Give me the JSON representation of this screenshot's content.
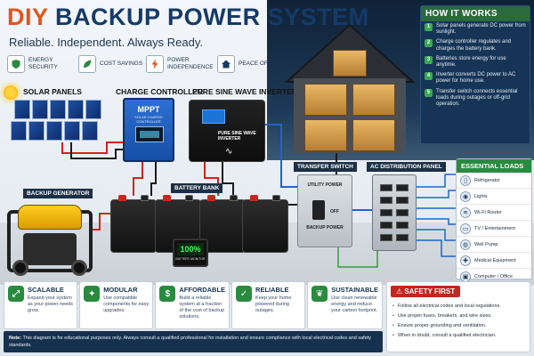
{
  "header": {
    "title_accent": "DIY",
    "title_main": "BACKUP POWER SYSTEM",
    "subtitle": "Reliable. Independent. Always Ready."
  },
  "benefits": [
    {
      "icon": "shield-icon",
      "label": "Energy Security"
    },
    {
      "icon": "leaf-icon",
      "label": "Cost Savings"
    },
    {
      "icon": "lightning-icon",
      "label": "Power Independence"
    },
    {
      "icon": "home-icon",
      "label": "Peace of Mind"
    }
  ],
  "how_it_works": {
    "title": "HOW IT WORKS",
    "steps": [
      {
        "num": "1",
        "text": "Solar panels generate DC power from sunlight."
      },
      {
        "num": "2",
        "text": "Charge controller regulates and charges the battery bank."
      },
      {
        "num": "3",
        "text": "Batteries store energy for use anytime."
      },
      {
        "num": "4",
        "text": "Inverter converts DC power to AC power for home use."
      },
      {
        "num": "5",
        "text": "Transfer switch connects essential loads during outages or off-grid operation."
      }
    ]
  },
  "components": {
    "solar_panels": "SOLAR PANELS",
    "charge_controller": "CHARGE CONTROLLER",
    "inverter": "PURE SINE WAVE INVERTER",
    "backup_generator": "BACKUP GENERATOR",
    "battery_bank": "BATTERY BANK",
    "transfer_switch": "TRANSFER SWITCH",
    "ac_panel": "AC DISTRIBUTION PANEL"
  },
  "device_text": {
    "mppt_title": "MPPT",
    "mppt_sub": "SOLAR CHARGE CONTROLLER",
    "inverter_label": "PURE SINE WAVE INVERTER",
    "monitor_value": "100%",
    "monitor_caption": "BATTERY MONITOR",
    "transfer_top": "UTILITY POWER",
    "transfer_off": "OFF",
    "transfer_bottom": "BACKUP POWER"
  },
  "essential_loads": {
    "title": "ESSENTIAL LOADS",
    "items": [
      {
        "icon": "fridge-icon",
        "label": "Refrigerator"
      },
      {
        "icon": "bulb-icon",
        "label": "Lights"
      },
      {
        "icon": "wifi-icon",
        "label": "Wi-Fi Router"
      },
      {
        "icon": "tv-icon",
        "label": "TV / Entertainment"
      },
      {
        "icon": "pump-icon",
        "label": "Well Pump"
      },
      {
        "icon": "medical-icon",
        "label": "Medical Equipment"
      },
      {
        "icon": "computer-icon",
        "label": "Computer / Office"
      }
    ]
  },
  "features": [
    {
      "icon": "expand-icon",
      "title": "Scalable",
      "text": "Expand your system as your power needs grow."
    },
    {
      "icon": "puzzle-icon",
      "title": "Modular",
      "text": "Use compatible components for easy upgrades."
    },
    {
      "icon": "dollar-icon",
      "title": "Affordable",
      "text": "Build a reliable system at a fraction of the cost of backup solutions."
    },
    {
      "icon": "check-shield-icon",
      "title": "Reliable",
      "text": "Keep your home powered during outages."
    },
    {
      "icon": "leaf-icon",
      "title": "Sustainable",
      "text": "Use clean renewable energy and reduce your carbon footprint."
    }
  ],
  "safety": {
    "title": "SAFETY FIRST",
    "items": [
      "Follow all electrical codes and local regulations.",
      "Use proper fuses, breakers, and wire sizes.",
      "Ensure proper grounding and ventilation.",
      "When in doubt, consult a qualified electrician."
    ]
  },
  "note": {
    "label": "Note:",
    "text": "This diagram is for educational purposes only. Always consult a qualified professional for installation and ensure compliance with local electrical codes and safety standards."
  },
  "colors": {
    "title_blue": "#153a66",
    "title_orange": "#e0561b",
    "accent_green": "#2a8a3f",
    "danger_red": "#c3261c",
    "wire_red": "#d2231b",
    "wire_black": "#1a1a1a",
    "wire_blue": "#1e66c8"
  }
}
